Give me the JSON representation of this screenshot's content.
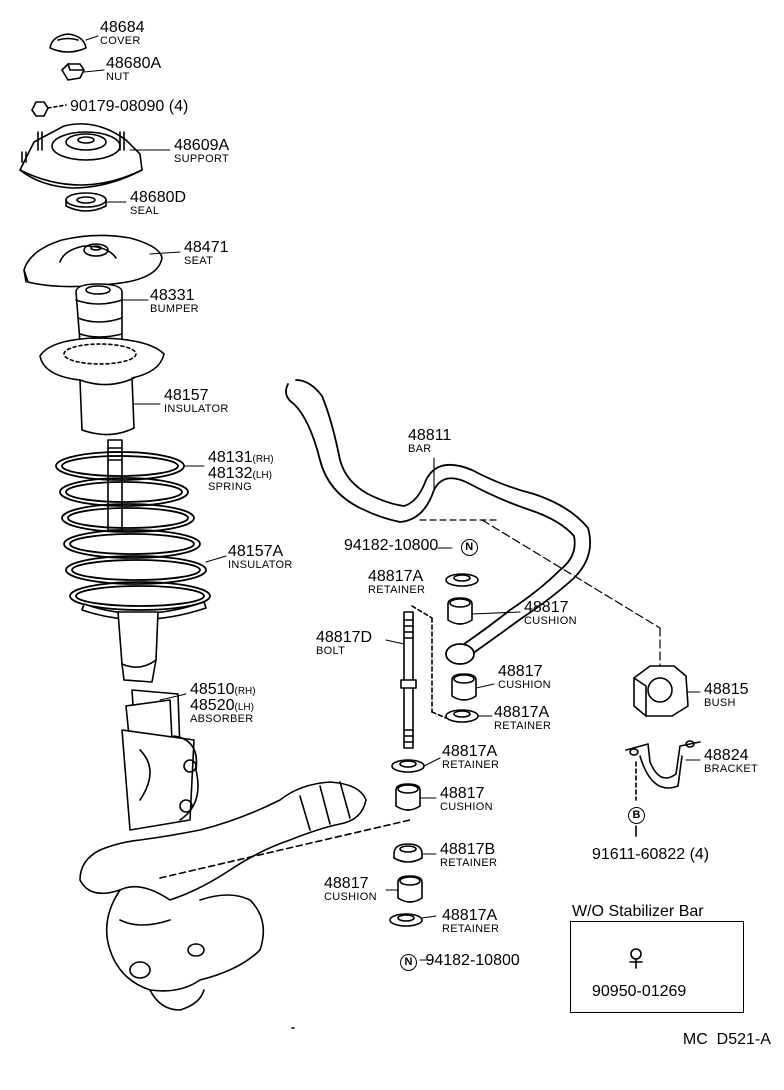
{
  "diagram": {
    "parts": {
      "cover": {
        "number": "48684",
        "name": "COVER"
      },
      "nut": {
        "number": "48680A",
        "name": "NUT"
      },
      "support_nut": {
        "number": "90179-08090 (4)"
      },
      "support": {
        "number": "48609A",
        "name": "SUPPORT"
      },
      "seal": {
        "number": "48680D",
        "name": "SEAL"
      },
      "seat": {
        "number": "48471",
        "name": "SEAT"
      },
      "bumper": {
        "number": "48331",
        "name": "BUMPER"
      },
      "insulator_upper": {
        "number": "48157",
        "name": "INSULATOR"
      },
      "spring": {
        "number_rh": "48131",
        "suffix_rh": "(RH)",
        "number_lh": "48132",
        "suffix_lh": "(LH)",
        "name": "SPRING"
      },
      "insulator_lower": {
        "number": "48157A",
        "name": "INSULATOR"
      },
      "absorber": {
        "number_rh": "48510",
        "suffix_rh": "(RH)",
        "number_lh": "48520",
        "suffix_lh": "(LH)",
        "name": "ABSORBER"
      },
      "bar": {
        "number": "48811",
        "name": "BAR"
      },
      "nut_upper": {
        "number": "94182-10800",
        "symbol": "N"
      },
      "retainer_1": {
        "number": "48817A",
        "name": "RETAINER"
      },
      "cushion_1": {
        "number": "48817",
        "name": "CUSHION"
      },
      "bolt": {
        "number": "48817D",
        "name": "BOLT"
      },
      "cushion_2": {
        "number": "48817",
        "name": "CUSHION"
      },
      "retainer_2": {
        "number": "48817A",
        "name": "RETAINER"
      },
      "retainer_3": {
        "number": "48817A",
        "name": "RETAINER"
      },
      "cushion_3": {
        "number": "48817",
        "name": "CUSHION"
      },
      "retainer_4": {
        "number": "48817B",
        "name": "RETAINER"
      },
      "cushion_4": {
        "number": "48817",
        "name": "CUSHION"
      },
      "retainer_5": {
        "number": "48817A",
        "name": "RETAINER"
      },
      "nut_lower": {
        "number": "94182-10800",
        "symbol": "N"
      },
      "bush": {
        "number": "48815",
        "name": "BUSH"
      },
      "bracket": {
        "number": "48824",
        "name": "BRACKET"
      },
      "bracket_bolt": {
        "number": "91611-60822 (4)",
        "symbol": "B"
      }
    },
    "wo_box": {
      "title": "W/O Stabilizer Bar",
      "part": "90950-01269"
    },
    "figure_code": "MC  D521-A"
  }
}
